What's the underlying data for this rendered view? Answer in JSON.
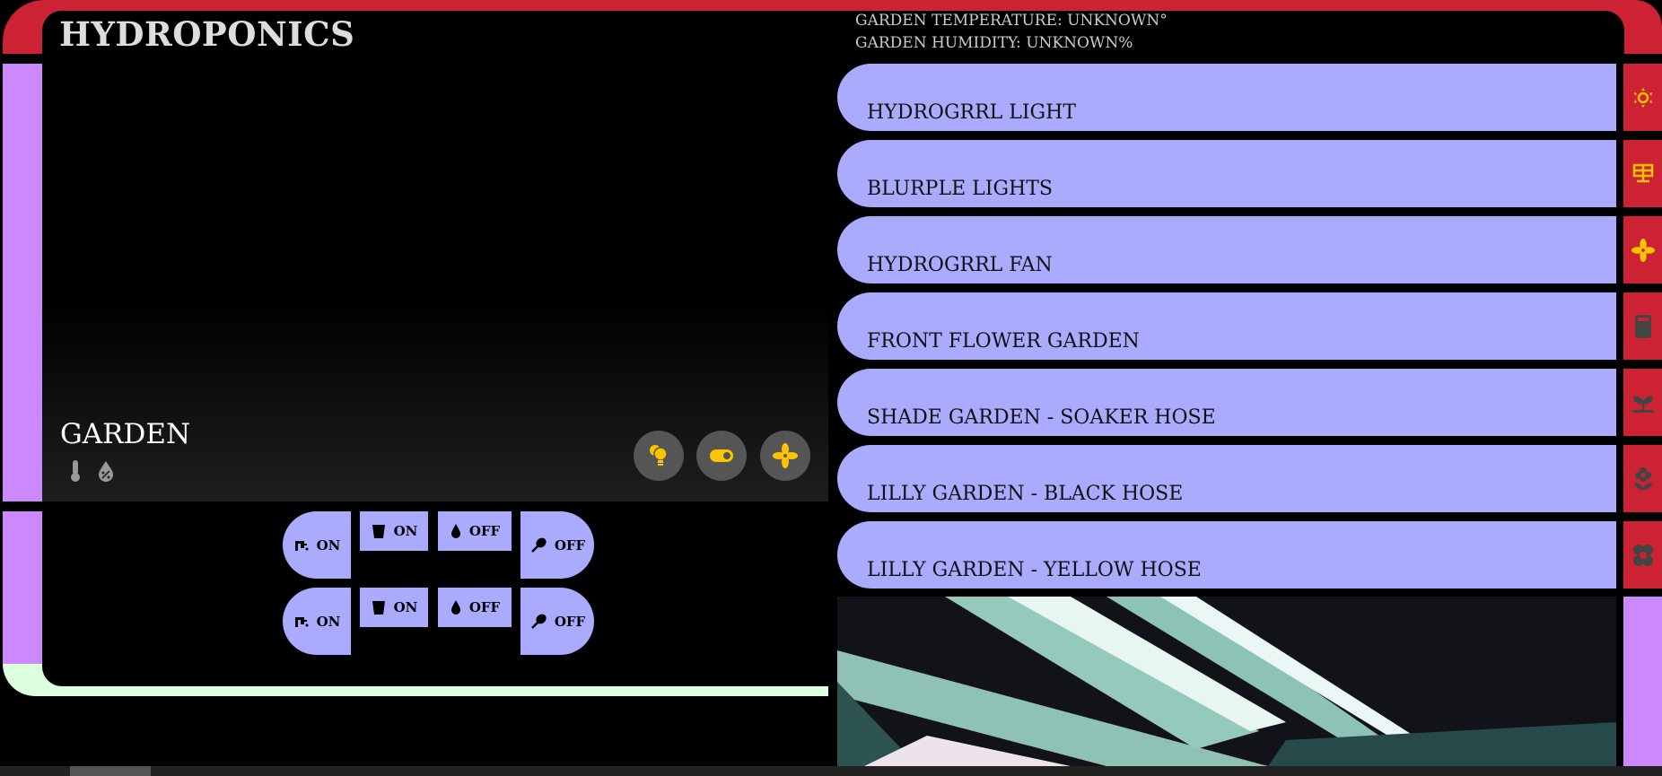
{
  "header": {
    "title": "HYDROPONICS",
    "temperature": "GARDEN TEMPERATURE: UNKNOWN°",
    "humidity": "GARDEN HUMIDITY: UNKNOWN%"
  },
  "garden_card": {
    "name": "GARDEN",
    "sensor_icons": [
      "thermometer-icon",
      "water-percent-icon"
    ],
    "action_buttons": [
      "lightbulb-group-icon",
      "toggle-switch-icon",
      "fan-icon"
    ]
  },
  "switch_rows": [
    [
      {
        "icon": "faucet-icon",
        "state": "ON"
      },
      {
        "icon": "bucket-icon",
        "state": "ON"
      },
      {
        "icon": "water-drop-icon",
        "state": "OFF"
      },
      {
        "icon": "sprinkler-icon",
        "state": "OFF"
      }
    ],
    [
      {
        "icon": "faucet-icon",
        "state": "ON"
      },
      {
        "icon": "bucket-icon",
        "state": "ON"
      },
      {
        "icon": "water-drop-icon",
        "state": "OFF"
      },
      {
        "icon": "sprinkler-icon",
        "state": "OFF"
      }
    ]
  ],
  "entities": [
    {
      "label": "HYDROGRRL LIGHT",
      "icon": "sun-icon"
    },
    {
      "label": "BLURPLE LIGHTS",
      "icon": "solar-panel-icon"
    },
    {
      "label": "HYDROGRRL FAN",
      "icon": "fan-icon"
    },
    {
      "label": "FRONT FLOWER GARDEN",
      "icon": "water-tank-icon"
    },
    {
      "label": "SHADE GARDEN - SOAKER HOSE",
      "icon": "sprout-icon"
    },
    {
      "label": "LILLY GARDEN - BLACK HOSE",
      "icon": "flower-icon"
    },
    {
      "label": "LILLY GARDEN - YELLOW HOSE",
      "icon": "flower-outline-icon"
    }
  ],
  "colors": {
    "frame_red": "#cc2233",
    "purple": "#cc88ff",
    "lavender": "#aaaaff",
    "green": "#ddffdd",
    "icon_yellow": "#ffcc00"
  }
}
